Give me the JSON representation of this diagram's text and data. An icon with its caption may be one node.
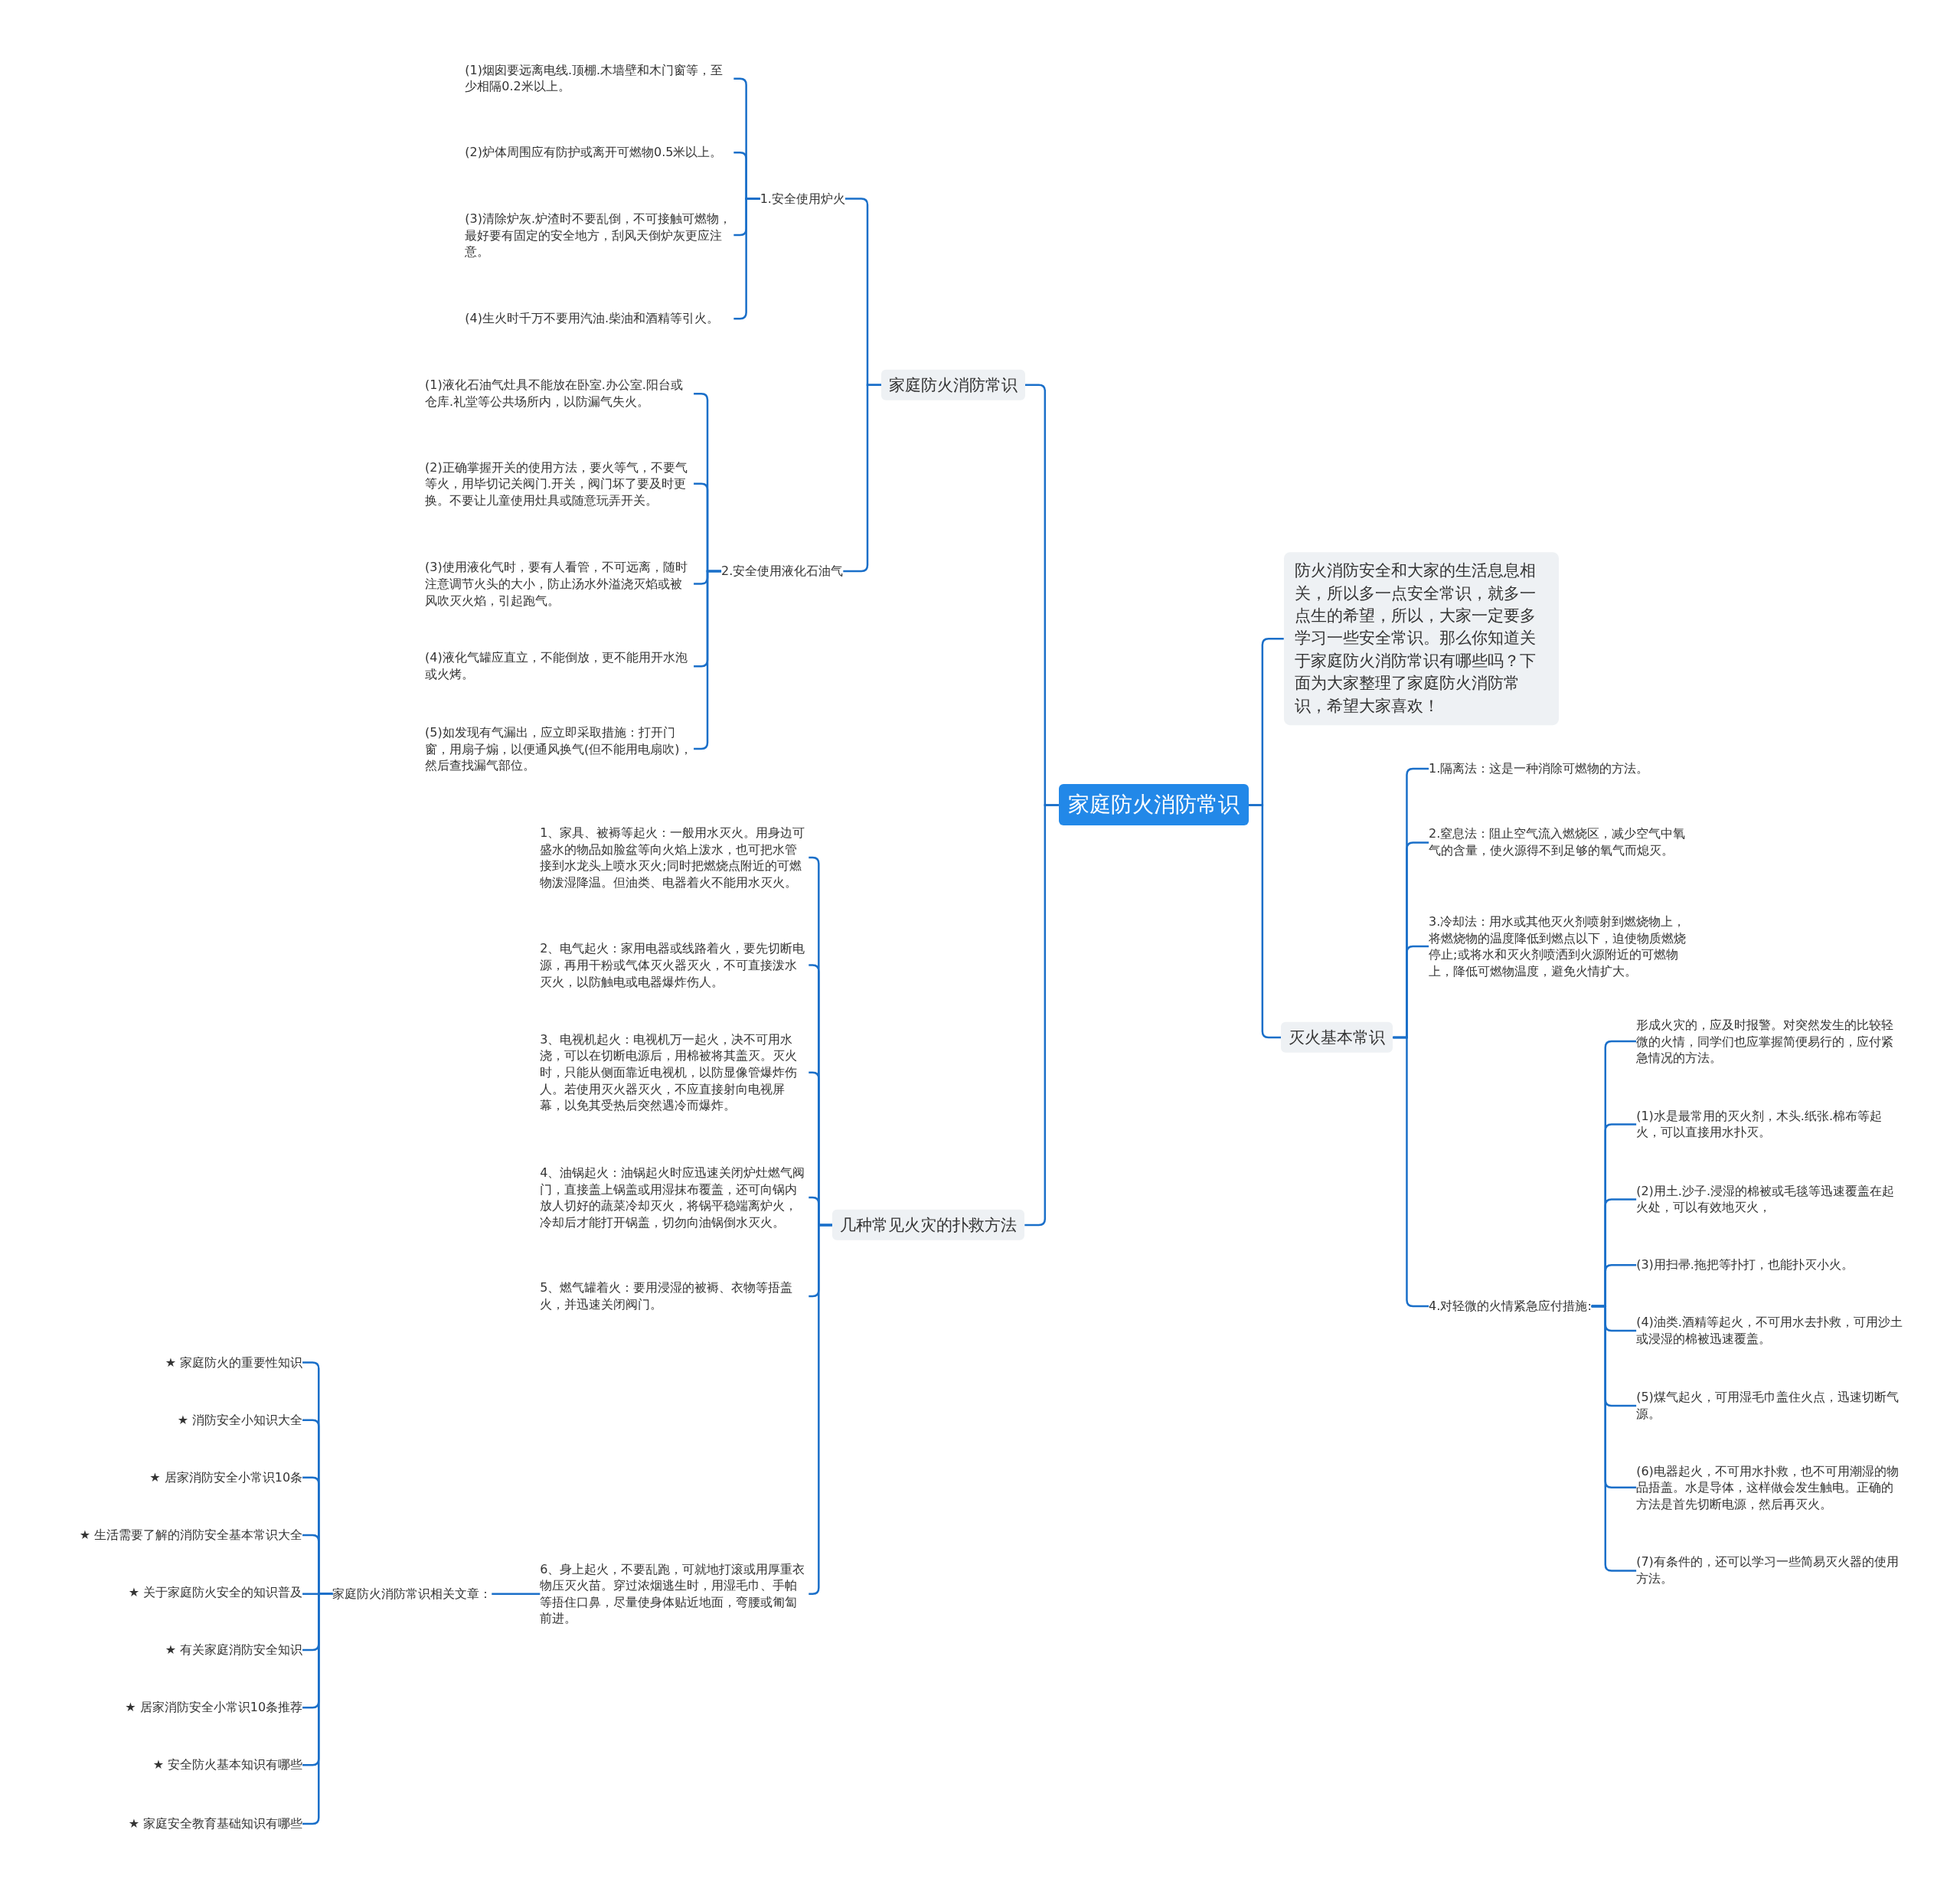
{
  "diagram": {
    "nodes": [
      {
        "text": [
          "家庭防火消防常识"
        ]
      },
      {
        "text": [
          "家庭防火消防常识"
        ]
      },
      {
        "text": [
          "1.安全使用炉火"
        ]
      },
      {
        "text": [
          "(1)烟囱要远离电线.顶棚.木墙壁和木门窗等，至少相隔0.2米以上。"
        ]
      },
      {
        "text": [
          "(2)炉体周围应有防护或离开可燃物0.5米以上。"
        ]
      },
      {
        "text": [
          "(3)清除炉灰.炉渣时不要乱倒，不可接触可燃物，最好要有固定的安全地方，刮风天倒炉灰更应注意。"
        ]
      },
      {
        "text": [
          "(4)生火时千万不要用汽油.柴油和酒精等引火。"
        ]
      },
      {
        "text": [
          "2.安全使用液化石油气"
        ]
      },
      {
        "text": [
          "(1)液化石油气灶具不能放在卧室.办公室.阳台或仓库.礼堂等公共场所内，以防漏气失火。"
        ]
      },
      {
        "text": [
          "(2)正确掌握开关的使用方法，要火等气，不要气等火，用毕切记关阀门.开关，阀门坏了要及时更换。不要让儿童使用灶具或随意玩弄开关。"
        ]
      },
      {
        "text": [
          "(3)使用液化气时，要有人看管，不可远离，随时注意调节火头的大小，防止汤水外溢浇灭焰或被风吹灭火焰，引起跑气。"
        ]
      },
      {
        "text": [
          "(4)液化气罐应直立，不能倒放，更不能用开水泡或火烤。"
        ]
      },
      {
        "text": [
          "(5)如发现有气漏出，应立即采取措施：打开门窗，用扇子煽，以便通风换气(但不能用电扇吹)，然后查找漏气部位。"
        ]
      },
      {
        "text": [
          "几种常见火灾的扑救方法"
        ]
      },
      {
        "text": [
          "1、家具、被褥等起火：一般用水灭火。用身边可盛水的物品如脸盆等向火焰上泼水，也可把水管接到水龙头上喷水灭火;同时把燃烧点附近的可燃物泼湿降温。但油类、电器着火不能用水灭火。"
        ]
      },
      {
        "text": [
          "2、电气起火：家用电器或线路着火，要先切断电源，再用干粉或气体灭火器灭火，不可直接泼水灭火，以防触电或电器爆炸伤人。"
        ]
      },
      {
        "text": [
          "3、电视机起火：电视机万一起火，决不可用水浇，可以在切断电源后，用棉被将其盖灭。灭火时，只能从侧面靠近电视机，以防显像管爆炸伤人。若使用灭火器灭火，不应直接射向电视屏幕，以免其受热后突然遇冷而爆炸。"
        ]
      },
      {
        "text": [
          "4、油锅起火：油锅起火时应迅速关闭炉灶燃气阀门，直接盖上锅盖或用湿抹布覆盖，还可向锅内放人切好的蔬菜冷却灭火，将锅平稳端离炉火，冷却后才能打开锅盖，切勿向油锅倒水灭火。"
        ]
      },
      {
        "text": [
          "5、燃气罐着火：要用浸湿的被褥、衣物等捂盖火，并迅速关闭阀门。"
        ]
      },
      {
        "text": [
          "6、身上起火，不要乱跑，可就地打滚或用厚重衣物压灭火苗。穿过浓烟逃生时，用湿毛巾、手帕等捂住口鼻，尽量使身体贴近地面，弯腰或匍匐前进。"
        ]
      },
      {
        "text": [
          "家庭防火消防常识相关文章："
        ]
      },
      {
        "text": [
          "★ 家庭防火的重要性知识"
        ]
      },
      {
        "text": [
          "★ 消防安全小知识大全"
        ]
      },
      {
        "text": [
          "★ 居家消防安全小常识10条"
        ]
      },
      {
        "text": [
          "★ 生活需要了解的消防安全基本常识大全"
        ]
      },
      {
        "text": [
          "★ 关于家庭防火安全的知识普及"
        ]
      },
      {
        "text": [
          "★ 有关家庭消防安全知识"
        ]
      },
      {
        "text": [
          "★ 居家消防安全小常识10条推荐"
        ]
      },
      {
        "text": [
          "★ 安全防火基本知识有哪些"
        ]
      },
      {
        "text": [
          "★ 家庭安全教育基础知识有哪些"
        ]
      },
      {
        "text": [
          "防火消防安全和大家的生活息息相关，所以多一点安全常识，就多一点生的希望，所以，大家一定要多学习一些安全常识。那么你知道关于家庭防火消防常识有哪些吗？下面为大家整理了家庭防火消防常识，希望大家喜欢！"
        ]
      },
      {
        "text": [
          "灭火基本常识"
        ]
      },
      {
        "text": [
          "1.隔离法：这是一种消除可燃物的方法。"
        ]
      },
      {
        "text": [
          "2.窒息法：阻止空气流入燃烧区，减少空气中氧气的含量，使火源得不到足够的氧气而熄灭。"
        ]
      },
      {
        "text": [
          "3.冷却法：用水或其他灭火剂喷射到燃烧物上，将燃烧物的温度降低到燃点以下，迫使物质燃烧停止;或将水和灭火剂喷洒到火源附近的可燃物上，降低可燃物温度，避免火情扩大。"
        ]
      },
      {
        "text": [
          "4.对轻微的火情紧急应付措施:"
        ]
      },
      {
        "text": [
          "形成火灾的，应及时报警。对突然发生的比较轻微的火情，同学们也应掌握简便易行的，应付紧急情况的方法。"
        ]
      },
      {
        "text": [
          "(1)水是最常用的灭火剂，木头.纸张.棉布等起火，可以直接用水扑灭。"
        ]
      },
      {
        "text": [
          "(2)用土.沙子.浸湿的棉被或毛毯等迅速覆盖在起火处，可以有效地灭火，"
        ]
      },
      {
        "text": [
          "(3)用扫帚.拖把等扑打，也能扑灭小火。"
        ]
      },
      {
        "text": [
          "(4)油类.酒精等起火，不可用水去扑救，可用沙土或浸湿的棉被迅速覆盖。"
        ]
      },
      {
        "text": [
          "(5)煤气起火，可用湿毛巾盖住火点，迅速切断气源。"
        ]
      },
      {
        "text": [
          "(6)电器起火，不可用水扑救，也不可用潮湿的物品捂盖。水是导体，这样做会发生触电。正确的方法是首先切断电源，然后再灭火。"
        ]
      },
      {
        "text": [
          "(7)有条件的，还可以学习一些简易灭火器的使用方法。"
        ]
      }
    ],
    "edges": [
      {
        "from": 0,
        "to": 1,
        "arrow": "none"
      },
      {
        "from": 1,
        "to": 2,
        "arrow": "none"
      },
      {
        "from": 2,
        "to": 3,
        "arrow": "none"
      },
      {
        "from": 2,
        "to": 4,
        "arrow": "none"
      },
      {
        "from": 2,
        "to": 5,
        "arrow": "none"
      },
      {
        "from": 2,
        "to": 6,
        "arrow": "none"
      },
      {
        "from": 1,
        "to": 7,
        "arrow": "none"
      },
      {
        "from": 7,
        "to": 8,
        "arrow": "none"
      },
      {
        "from": 7,
        "to": 9,
        "arrow": "none"
      },
      {
        "from": 7,
        "to": 10,
        "arrow": "none"
      },
      {
        "from": 7,
        "to": 11,
        "arrow": "none"
      },
      {
        "from": 7,
        "to": 12,
        "arrow": "none"
      },
      {
        "from": 0,
        "to": 13,
        "arrow": "none"
      },
      {
        "from": 13,
        "to": 14,
        "arrow": "none"
      },
      {
        "from": 13,
        "to": 15,
        "arrow": "none"
      },
      {
        "from": 13,
        "to": 16,
        "arrow": "none"
      },
      {
        "from": 13,
        "to": 17,
        "arrow": "none"
      },
      {
        "from": 13,
        "to": 18,
        "arrow": "none"
      },
      {
        "from": 13,
        "to": 19,
        "arrow": "none"
      },
      {
        "from": 19,
        "to": 20,
        "arrow": "none"
      },
      {
        "from": 20,
        "to": 21,
        "arrow": "none"
      },
      {
        "from": 20,
        "to": 22,
        "arrow": "none"
      },
      {
        "from": 20,
        "to": 23,
        "arrow": "none"
      },
      {
        "from": 20,
        "to": 24,
        "arrow": "none"
      },
      {
        "from": 20,
        "to": 25,
        "arrow": "none"
      },
      {
        "from": 20,
        "to": 26,
        "arrow": "none"
      },
      {
        "from": 20,
        "to": 27,
        "arrow": "none"
      },
      {
        "from": 20,
        "to": 28,
        "arrow": "none"
      },
      {
        "from": 20,
        "to": 29,
        "arrow": "none"
      },
      {
        "from": 0,
        "to": 30,
        "arrow": "none"
      },
      {
        "from": 0,
        "to": 31,
        "arrow": "none"
      },
      {
        "from": 31,
        "to": 32,
        "arrow": "none"
      },
      {
        "from": 31,
        "to": 33,
        "arrow": "none"
      },
      {
        "from": 31,
        "to": 34,
        "arrow": "none"
      },
      {
        "from": 31,
        "to": 35,
        "arrow": "none"
      },
      {
        "from": 35,
        "to": 36,
        "arrow": "none"
      },
      {
        "from": 35,
        "to": 37,
        "arrow": "none"
      },
      {
        "from": 35,
        "to": 38,
        "arrow": "none"
      },
      {
        "from": 35,
        "to": 39,
        "arrow": "none"
      },
      {
        "from": 35,
        "to": 40,
        "arrow": "none"
      },
      {
        "from": 35,
        "to": 41,
        "arrow": "none"
      },
      {
        "from": 35,
        "to": 42,
        "arrow": "none"
      },
      {
        "from": 35,
        "to": 43,
        "arrow": "none"
      }
    ]
  }
}
